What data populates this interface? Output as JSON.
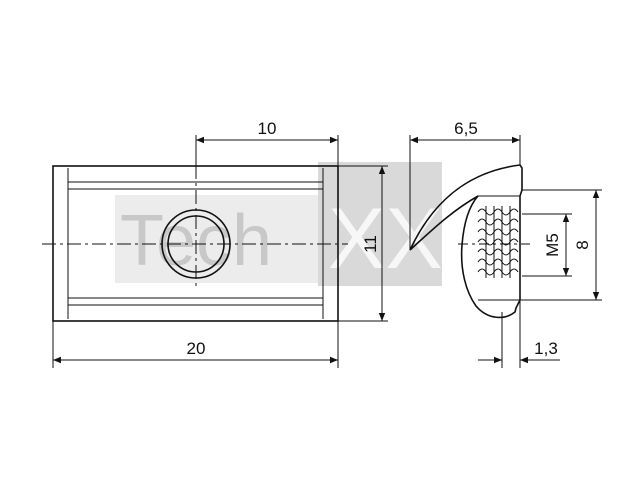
{
  "watermark": {
    "text_tech": "Tech",
    "text_xx": "XX",
    "colors": {
      "light": "#e6e6e6",
      "mid": "#cfcfcf"
    }
  },
  "dimensions": {
    "top_width": "10",
    "side_top": "6,5",
    "height_front": "11",
    "bottom_width": "20",
    "thread": "M5",
    "side_height": "8",
    "bottom_side": "1,3"
  }
}
